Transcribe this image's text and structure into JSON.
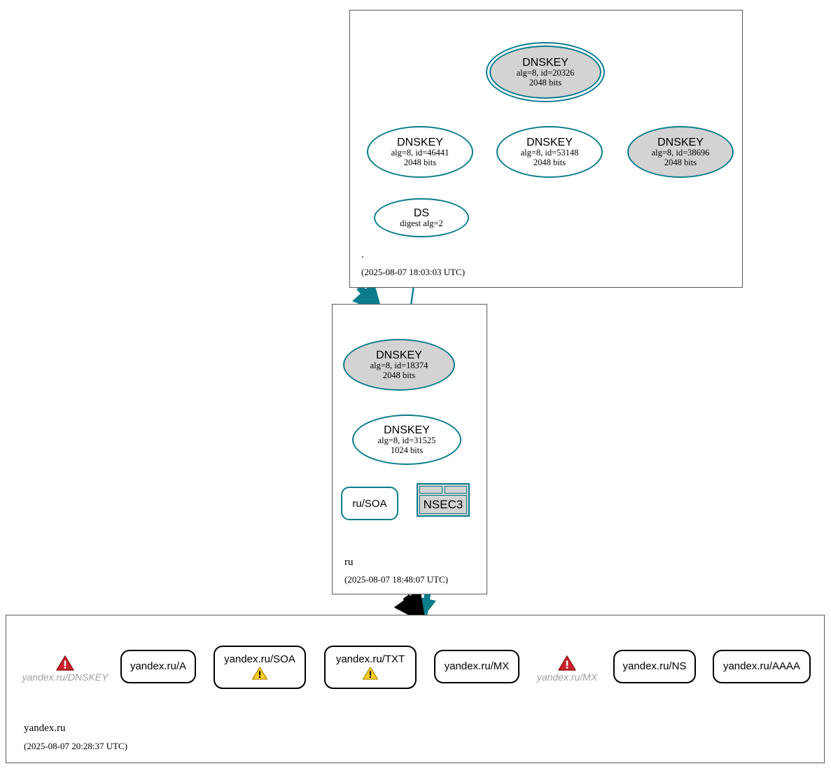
{
  "diagram": {
    "type": "dnssec-authentication-chain",
    "colors": {
      "edge_secure": "#0a7c8c",
      "edge_insecure": "#000000",
      "node_border_secure": "#0a7c8c",
      "node_border_plain": "#000000",
      "ksk_fill": "#d3d3d3",
      "zsk_fill": "#ffffff",
      "zone_border": "#5a5a5a",
      "error_icon": "#cc2229",
      "warning_icon": "#ffcc22",
      "ghost_text": "#a0a0a0"
    }
  },
  "zones": [
    {
      "id": "root",
      "name": ".",
      "timestamp": "(2025-08-07 18:03:03 UTC)"
    },
    {
      "id": "ru",
      "name": "ru",
      "timestamp": "(2025-08-07 18:48:07 UTC)"
    },
    {
      "id": "yandex_ru",
      "name": "yandex.ru",
      "timestamp": "(2025-08-07 20:28:37 UTC)"
    }
  ],
  "root_zone_nodes": {
    "ksk_20326": {
      "type": "DNSKEY",
      "title": "DNSKEY",
      "algorithm": "alg=8, id=20326",
      "size": "2048 bits",
      "is_trust_anchor": true,
      "fill": "gray"
    },
    "dnskey_46441": {
      "type": "DNSKEY",
      "title": "DNSKEY",
      "algorithm": "alg=8, id=46441",
      "size": "2048 bits",
      "fill": "white"
    },
    "dnskey_53148": {
      "type": "DNSKEY",
      "title": "DNSKEY",
      "algorithm": "alg=8, id=53148",
      "size": "2048 bits",
      "fill": "white"
    },
    "dnskey_38696": {
      "type": "DNSKEY",
      "title": "DNSKEY",
      "algorithm": "alg=8, id=38696",
      "size": "2048 bits",
      "fill": "gray"
    },
    "ds": {
      "type": "DS",
      "title": "DS",
      "digest": "digest alg=2"
    }
  },
  "ru_zone_nodes": {
    "ksk_18374": {
      "type": "DNSKEY",
      "title": "DNSKEY",
      "algorithm": "alg=8, id=18374",
      "size": "2048 bits",
      "fill": "gray"
    },
    "zsk_31525": {
      "type": "DNSKEY",
      "title": "DNSKEY",
      "algorithm": "alg=8, id=31525",
      "size": "1024 bits",
      "fill": "white"
    },
    "soa": {
      "type": "RRset",
      "label": "ru/SOA"
    },
    "nsec3": {
      "type": "NSEC3",
      "label": "NSEC3"
    }
  },
  "yandex_zone_nodes": [
    {
      "label": "yandex.ru/DNSKEY",
      "style": "ghost",
      "status_icon": "error-triangle-icon",
      "status": "error"
    },
    {
      "label": "yandex.ru/A",
      "style": "box",
      "status_icon": null,
      "status": "ok"
    },
    {
      "label": "yandex.ru/SOA",
      "style": "box",
      "status_icon": "warning-triangle-icon",
      "status": "warning"
    },
    {
      "label": "yandex.ru/TXT",
      "style": "box",
      "status_icon": "warning-triangle-icon",
      "status": "warning"
    },
    {
      "label": "yandex.ru/MX",
      "style": "box",
      "status_icon": null,
      "status": "ok"
    },
    {
      "label": "yandex.ru/MX",
      "style": "ghost",
      "status_icon": "error-triangle-icon",
      "status": "error"
    },
    {
      "label": "yandex.ru/NS",
      "style": "box",
      "status_icon": null,
      "status": "ok"
    },
    {
      "label": "yandex.ru/AAAA",
      "style": "box",
      "status_icon": null,
      "status": "ok"
    }
  ]
}
